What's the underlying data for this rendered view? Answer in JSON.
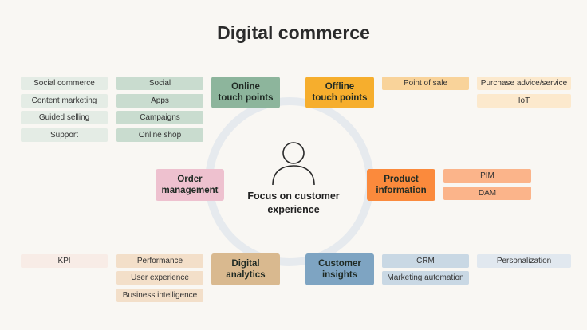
{
  "title": "Digital commerce",
  "center": {
    "label": "Focus on customer\nexperience",
    "icon": "person-icon"
  },
  "hubs": {
    "online": "Online\ntouch points",
    "offline": "Offline\ntouch points",
    "order": "Order\nmanagement",
    "product": "Product\ninformation",
    "analytics": "Digital\nanalytics",
    "insights": "Customer\ninsights"
  },
  "tags": {
    "online_outer": [
      "Social commerce",
      "Content marketing",
      "Guided selling",
      "Support"
    ],
    "online_inner": [
      "Social",
      "Apps",
      "Campaigns",
      "Online shop"
    ],
    "offline_inner": [
      "Point of sale"
    ],
    "offline_outer": [
      "Purchase advice/service",
      "IoT"
    ],
    "product": [
      "PIM",
      "DAM"
    ],
    "analytics_outer": [
      "KPI"
    ],
    "analytics_inner": [
      "Performance",
      "User experience",
      "Business intelligence"
    ],
    "insights_inner": [
      "CRM",
      "Marketing automation"
    ],
    "insights_outer": [
      "Personalization"
    ]
  },
  "colors": {
    "online_hub": "#8db59c",
    "online_inner": "#c9dccf",
    "online_outer": "#e4ece5",
    "offline_hub": "#f6ae2d",
    "offline_inner": "#f9d39a",
    "offline_outer": "#fce9cd",
    "order_hub": "#eec1cf",
    "product_hub": "#fb8a3c",
    "product_tag": "#fbb48a",
    "analytics_hub": "#d9b98f",
    "analytics_inner": "#f3dfc9",
    "analytics_outer": "#f8ece6",
    "insights_hub": "#7ea4c2",
    "insights_inner": "#c9d8e4",
    "insights_outer": "#e1e8ef"
  }
}
